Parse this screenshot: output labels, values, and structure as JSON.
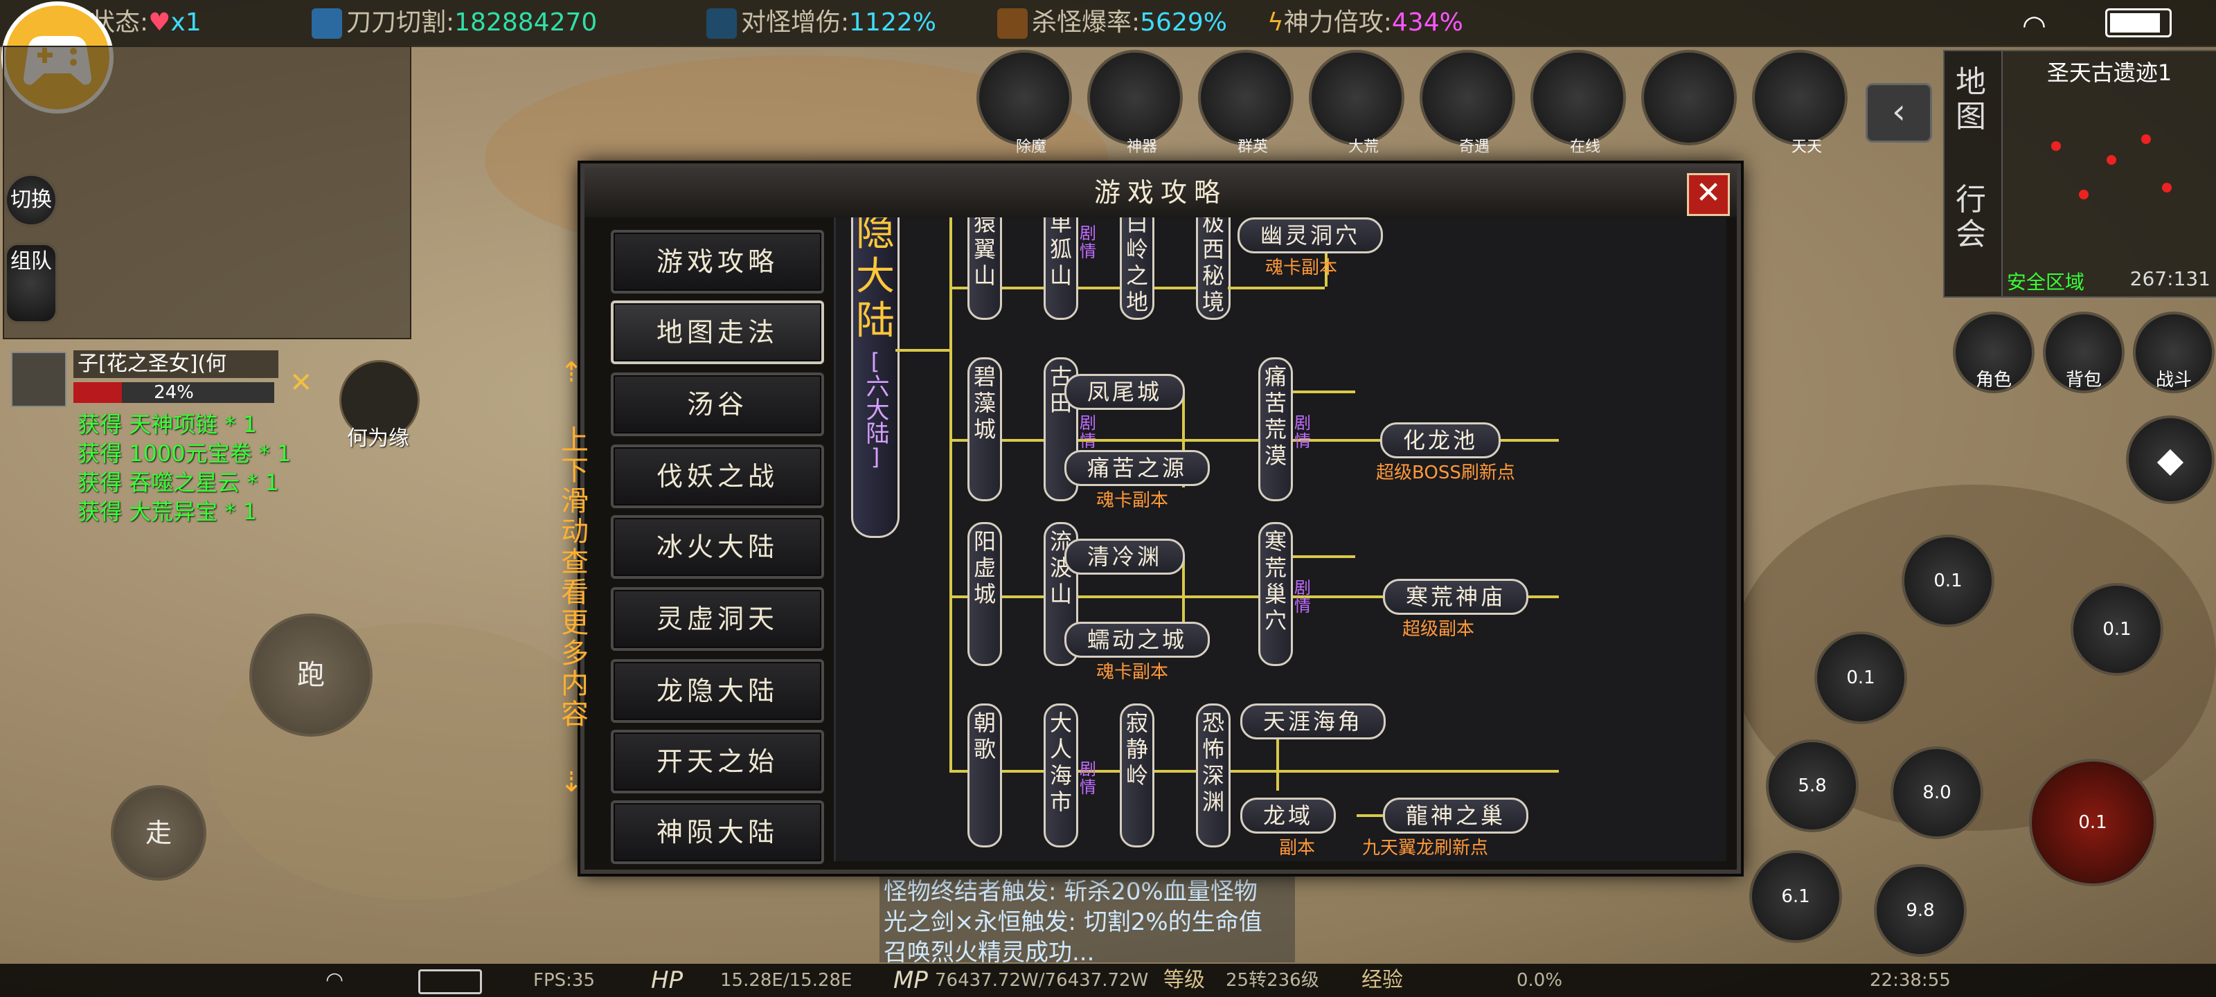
{
  "status_bar": {
    "state_label": "状态:",
    "state_count": "x1",
    "cut_label": "刀刀切割:",
    "cut_value": "182884270",
    "boss_dmg_label": "对怪增伤:",
    "boss_dmg_value": "1122%",
    "drop_label": "杀怪爆率:",
    "drop_value": "5629%",
    "divine_label": "神力倍攻:",
    "divine_value": "434%"
  },
  "left_panel": {
    "switch_label": "切换",
    "team_label": "组队",
    "target_name": "子[花之圣女](何",
    "target_hp": "24%",
    "player_name": "何为缘"
  },
  "loot_messages": [
    "获得 天神项链 * 1",
    "获得 1000元宝卷 * 1",
    "获得 吞噬之星云 * 1",
    "获得 大荒异宝 * 1"
  ],
  "controls": {
    "run_label": "跑",
    "walk_label": "走"
  },
  "skill_bar": [
    "除魔",
    "神器",
    "群英",
    "大荒",
    "奇遇",
    "在线",
    "",
    "天天"
  ],
  "minimap": {
    "location": "圣天古遗迹1",
    "side_labels": [
      "地图",
      "行会"
    ],
    "safe_zone": "安全区域",
    "coords": "267:131"
  },
  "right_buttons": [
    "角色",
    "背包",
    "战斗"
  ],
  "skill_cooldowns": [
    "0.1",
    "0.1",
    "0.1",
    "5.8",
    "8.0",
    "0.1",
    "6.1",
    "9.8"
  ],
  "dialog": {
    "title": "游戏攻略",
    "close": "✕",
    "menu": [
      "游戏攻略",
      "地图走法",
      "汤谷",
      "伐妖之战",
      "冰火大陆",
      "灵虚洞天",
      "龙隐大陆",
      "开天之始",
      "神陨大陆"
    ],
    "selected": "地图走法",
    "scroll_hint": "上下滑动查看更多内容",
    "region": "隐大陆",
    "region_sub": "六大陆",
    "nodes_vertical": [
      "猿翼山",
      "单狐山",
      "白岭之地",
      "极西秘境",
      "碧藻城",
      "古田",
      "痛苦荒漠",
      "阳虚城",
      "流波山",
      "寒荒巢穴",
      "朝歌",
      "大人海市",
      "寂静岭",
      "恐怖深渊"
    ],
    "story_tag": "剧情",
    "nodes_horizontal": [
      "幽灵洞穴",
      "凤尾城",
      "痛苦之源",
      "化龙池",
      "清冷渊",
      "蠕动之城",
      "寒荒神庙",
      "天涯海角",
      "龙域",
      "龍神之巢"
    ],
    "subs": {
      "ghost_cave": "魂卡副本",
      "pain_source": "魂卡副本",
      "dragon_pool": "超级BOSS刷新点",
      "worm_city": "魂卡副本",
      "temple": "超级副本",
      "dragon_domain": "副本",
      "dragon_nest": "九天翼龙刷新点"
    }
  },
  "chat": [
    "怪物终结者触发: 斩杀20%血量怪物",
    "光之剑×永恒触发: 切割2%的生命值",
    "召唤烈火精灵成功..."
  ],
  "bottom_bar": {
    "fps": "FPS:35",
    "hp_label": "HP",
    "hp_value": "15.28E/15.28E",
    "mp_label": "MP",
    "mp_value": "76437.72W/76437.72W",
    "level_label": "等级",
    "level_value": "25转236级",
    "exp_label": "经验",
    "exp_value": "0.0%",
    "time": "22:38:55"
  },
  "colors": {
    "accent_gold": "#d9c94a",
    "close_red": "#b51e16",
    "purple_tag": "#c06cff",
    "orange_sub": "#ff9a3a"
  }
}
